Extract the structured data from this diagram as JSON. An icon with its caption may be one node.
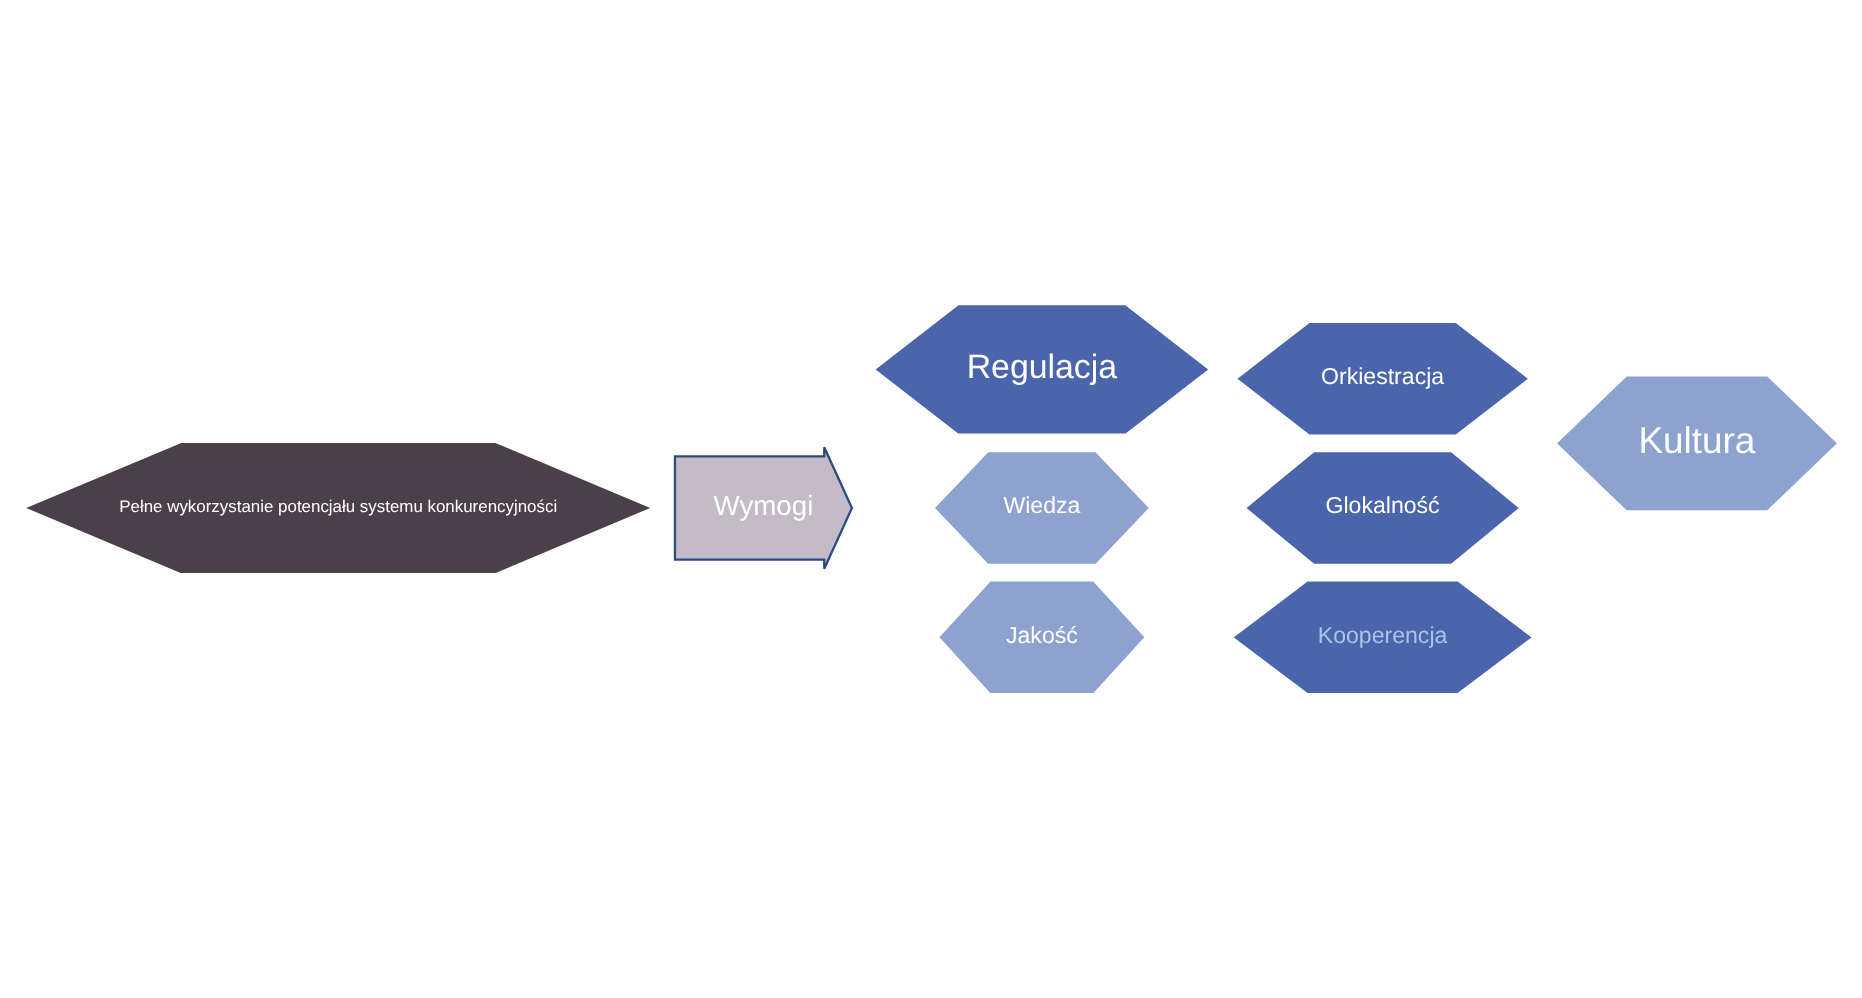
{
  "diagram": {
    "nodes": [
      {
        "text": [
          "Pełne wykorzystanie potencjału systemu konkurencyjności"
        ]
      },
      {
        "text": [
          "Wymogi"
        ]
      },
      {
        "text": [
          "Regulacja"
        ]
      },
      {
        "text": [
          "Orkiestracja"
        ]
      },
      {
        "text": [
          "Kultura"
        ]
      },
      {
        "text": [
          "Wiedza"
        ]
      },
      {
        "text": [
          "Glokalność"
        ]
      },
      {
        "text": [
          "Jakość"
        ]
      },
      {
        "text": [
          "Kooperencja"
        ]
      }
    ]
  }
}
